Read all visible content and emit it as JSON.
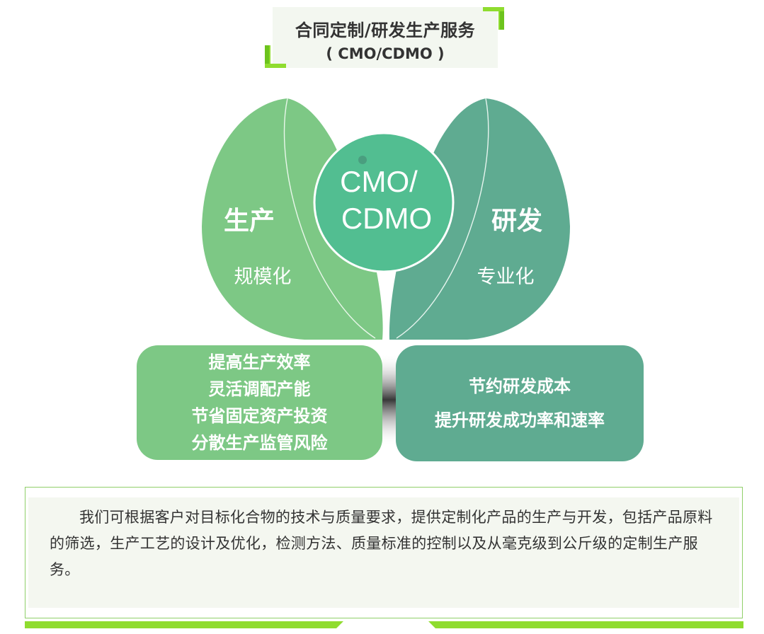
{
  "header": {
    "title": "合同定制/研发生产服务",
    "subtitle": "( CMO/CDMO )"
  },
  "diagram": {
    "left_leaf": {
      "title": "生产",
      "subtitle": "规模化"
    },
    "right_leaf": {
      "title": "研发",
      "subtitle": "专业化"
    },
    "center": {
      "line1": "CMO/",
      "line2": "CDMO"
    },
    "left_box": {
      "items": [
        "提高生产效率",
        "灵活调配产能",
        "节省固定资产投资",
        "分散生产监管风险"
      ]
    },
    "right_box": {
      "items": [
        "节约研发成本",
        "提升研发成功率和速率"
      ]
    }
  },
  "description": {
    "text": "我们可根据客户对目标化合物的技术与质量要求，提供定制化产品的生产与开发，包括产品原料的筛选，生产工艺的设计及优化，检测方法、质量标准的控制以及从毫克级到公斤级的定制生产服务。"
  },
  "colors": {
    "left_green": "#7dc885",
    "right_teal": "#5fab91",
    "center_green": "#52be91",
    "accent_lime": "#8fdc2f",
    "text_dark": "#333333"
  }
}
